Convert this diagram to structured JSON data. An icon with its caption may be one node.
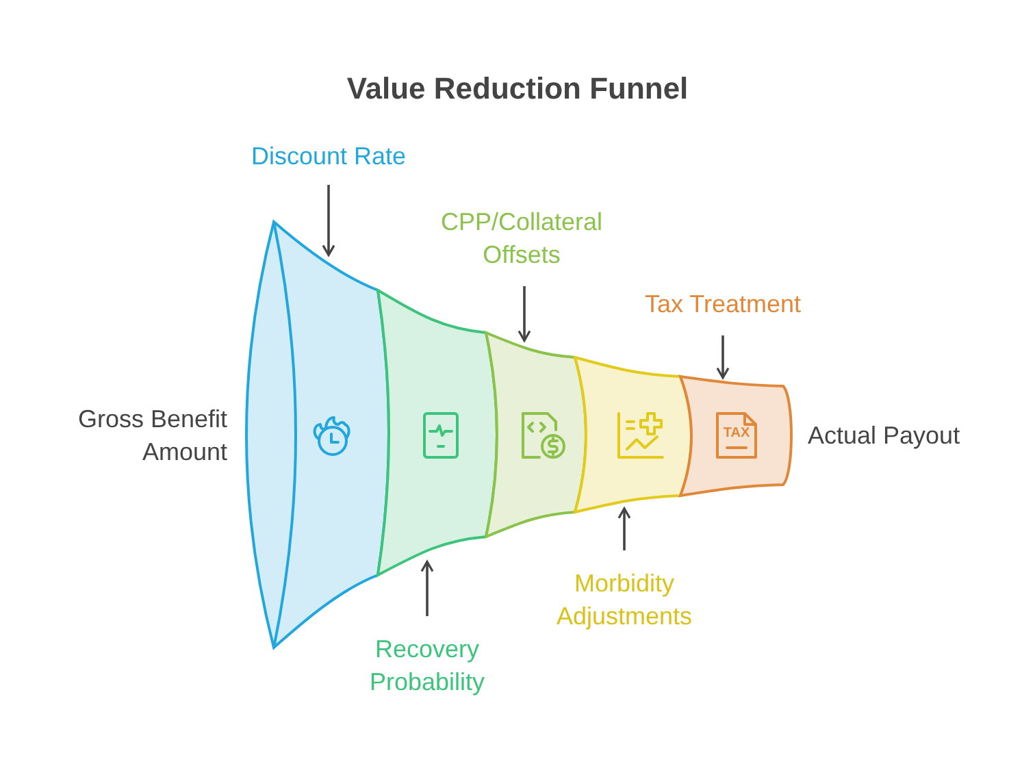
{
  "diagram": {
    "title": "Value Reduction Funnel",
    "nodes": [
      {
        "text": [],
        "shape": "band",
        "beside": [
          "Gross Benefit Amount"
        ]
      },
      {
        "text": [],
        "shape": "band"
      },
      {
        "text": [],
        "shape": "band"
      },
      {
        "text": [],
        "shape": "band"
      },
      {
        "text": [],
        "shape": "band",
        "beside": [
          "Actual Payout"
        ]
      },
      {
        "text": [
          "Discount Rate"
        ]
      },
      {
        "text": [
          "CPP/Collateral Offsets"
        ]
      },
      {
        "text": [
          "Tax Treatment"
        ]
      },
      {
        "text": [
          "Recovery Probability"
        ]
      },
      {
        "text": [
          "Morbidity Adjustments"
        ]
      }
    ],
    "edges": [
      {
        "from": 5,
        "to": 0,
        "arrow": "to"
      },
      {
        "from": 6,
        "to": 2,
        "arrow": "to"
      },
      {
        "from": 7,
        "to": 4,
        "arrow": "to"
      },
      {
        "from": 8,
        "to": 1,
        "arrow": "to"
      },
      {
        "from": 9,
        "to": 3,
        "arrow": "to"
      }
    ],
    "labels": [
      "TAX"
    ]
  }
}
